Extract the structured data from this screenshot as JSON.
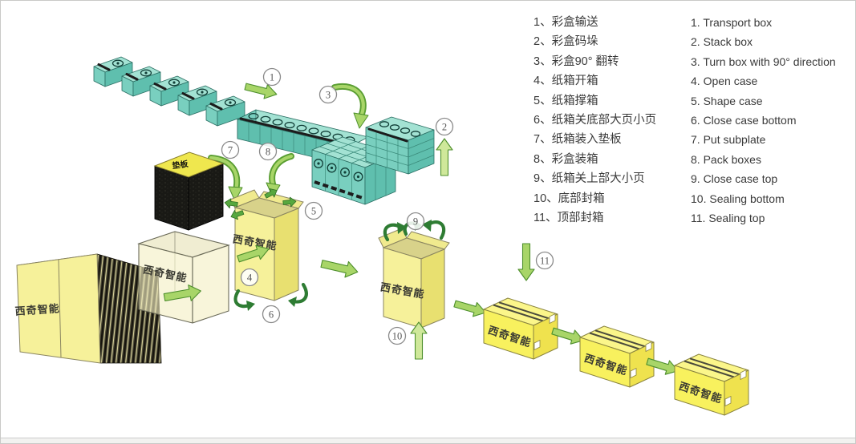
{
  "brand_label": "西奇智能",
  "subplate_label": "垫板",
  "markers": [
    "1",
    "2",
    "3",
    "4",
    "5",
    "6",
    "7",
    "8",
    "9",
    "10",
    "11"
  ],
  "legend": {
    "items": [
      {
        "zh": "1、彩盒输送",
        "en": "1. Transport box"
      },
      {
        "zh": "2、彩盒码垛",
        "en": "2. Stack box"
      },
      {
        "zh": "3、彩盒90° 翻转",
        "en": "3. Turn box with 90° direction"
      },
      {
        "zh": "4、纸箱开箱",
        "en": "4. Open case"
      },
      {
        "zh": "5、纸箱撑箱",
        "en": "5. Shape case"
      },
      {
        "zh": "6、纸箱关底部大页小页",
        "en": "6. Close case bottom"
      },
      {
        "zh": "7、纸箱装入垫板",
        "en": "7. Put subplate"
      },
      {
        "zh": "8、彩盒装箱",
        "en": "8. Pack boxes"
      },
      {
        "zh": "9、纸箱关上部大小页",
        "en": "9. Close case top"
      },
      {
        "zh": "10、底部封箱",
        "en": "10. Sealing bottom"
      },
      {
        "zh": "11、顶部封箱",
        "en": "11. Sealing top"
      }
    ]
  },
  "palette": {
    "box_teal_top": "#a3e2d3",
    "box_teal_front": "#79cfbf",
    "box_teal_side": "#5fbfae",
    "box_outline": "#2a6e63",
    "carton_yellow": "#f6f19a",
    "carton_yellow_dark": "#e8e070",
    "carton_sealed_yellow": "#f8f15e",
    "arrow_green": "#a8d568",
    "arrow_green_dark": "#4e8f2d",
    "curl_green": "#2e7c33",
    "subplate_black": "#1b1b18",
    "subplate_top_yellow": "#efe74e",
    "label_ink": "#3b3b33",
    "legend_text": "#3a3a3a"
  }
}
